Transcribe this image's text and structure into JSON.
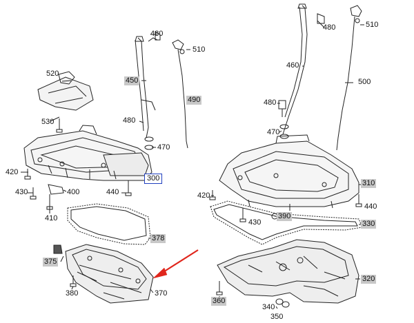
{
  "labels": {
    "p520": "520",
    "p530": "530",
    "p420a": "420",
    "p430a": "430",
    "p400": "400",
    "p410": "410",
    "p440a": "440",
    "p300": "300",
    "p480a": "480",
    "p510a": "510",
    "p450": "450",
    "p490": "490",
    "p480b": "480",
    "p470a": "470",
    "p378": "378",
    "p375": "375",
    "p380": "380",
    "p370": "370",
    "p480c": "480",
    "p510b": "510",
    "p460": "460",
    "p500": "500",
    "p480d": "480",
    "p470b": "470",
    "p310": "310",
    "p420b": "420",
    "p440b": "440",
    "p390": "390",
    "p430b": "430",
    "p330": "330",
    "p320": "320",
    "p360": "360",
    "p340": "340",
    "p350": "350"
  },
  "colors": {
    "highlight": "#1f3fbf",
    "arrow": "#e0261c",
    "shade": "#c8c8c8"
  }
}
